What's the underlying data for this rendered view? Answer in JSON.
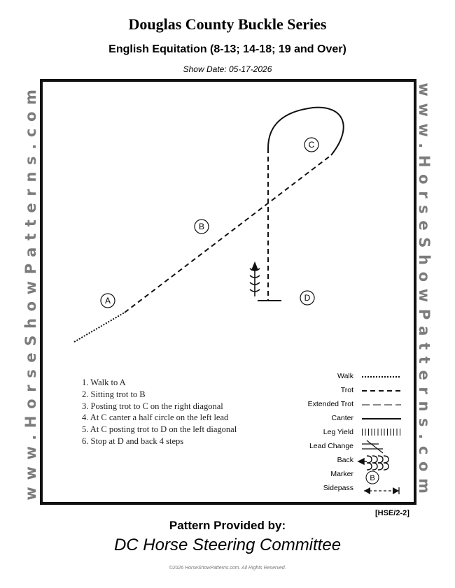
{
  "header": {
    "title": "Douglas County Buckle Series",
    "subtitle": "English Equitation (8-13; 14-18; 19 and Over)",
    "show_date": "Show Date: 05-17-2026"
  },
  "watermark": {
    "left": "www.HorseShowPatterns.com",
    "right": "www.HorseShowPatterns.com",
    "color": "#7c7c7c"
  },
  "markers": [
    {
      "label": "A"
    },
    {
      "label": "B"
    },
    {
      "label": "C"
    },
    {
      "label": "D"
    }
  ],
  "steps": [
    "1. Walk to A",
    "2. Sitting trot to B",
    "3. Posting trot to C on the right diagonal",
    "4. At C canter a half  circle on the left lead",
    "5. At C posting trot to D on the left diagonal",
    "6. Stop at D and back 4 steps"
  ],
  "legend": {
    "walk": "Walk",
    "trot": "Trot",
    "extended_trot": "Extended Trot",
    "canter": "Canter",
    "leg_yield": "Leg Yield",
    "lead_change": "Lead Change",
    "back": "Back",
    "marker": "Marker",
    "marker_symbol": "B",
    "sidepass": "Sidepass"
  },
  "pattern_code": "[HSE/2-2]",
  "footer": {
    "provided_by": "Pattern Provided by:",
    "committee": "DC Horse Steering Committee",
    "copyright": "©2026 HorseShowPatterns.com. All Rights Reserved."
  }
}
